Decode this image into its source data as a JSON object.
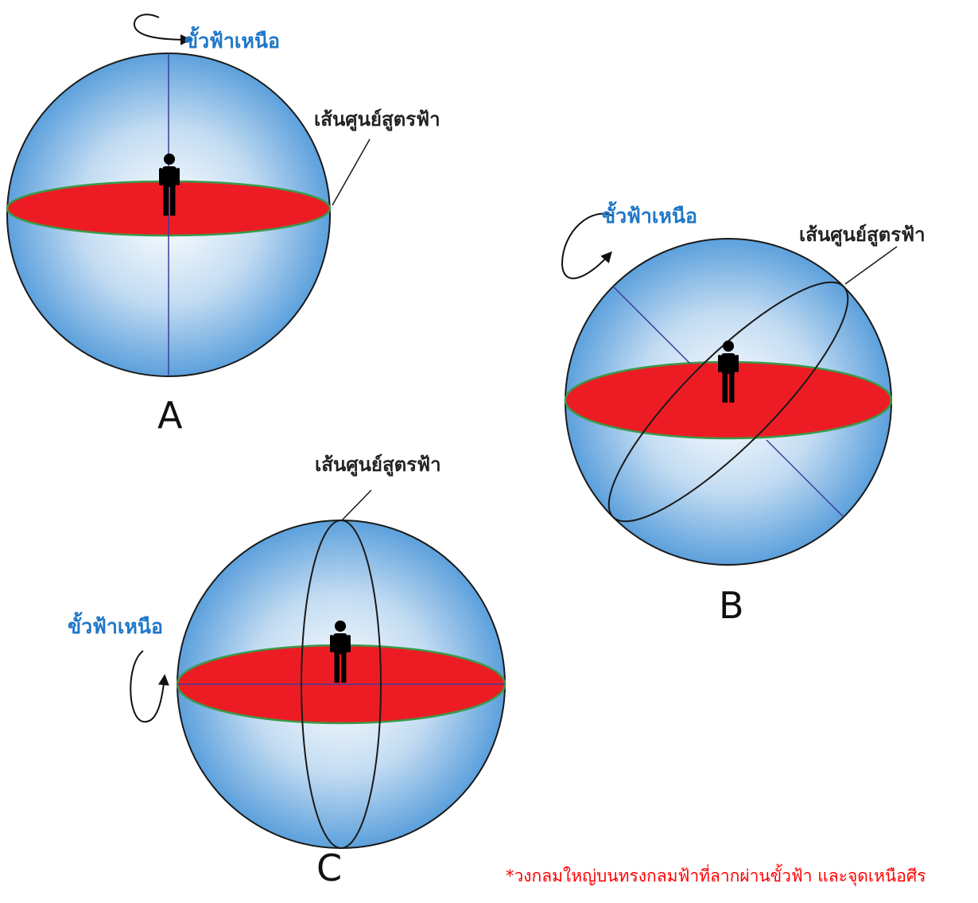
{
  "colors": {
    "pole_label": "#1f77c8",
    "horizon_fill": "#ed1c24",
    "horizon_rim": "#3a9a4a",
    "axis": "#3d3d99",
    "sphere_center": "#ffffff",
    "sphere_edge": "#5ca0dc",
    "footnote": "#ff0000"
  },
  "icons": [
    "person-icon",
    "rotation-arrow-icon"
  ],
  "panel_a": {
    "letter": "A",
    "north_pole_label": "ขั้วฟ้าเหนือ",
    "equator_label": "เส้นศูนย์สูตรฟ้า"
  },
  "panel_b": {
    "letter": "B",
    "north_pole_label": "ขั้วฟ้าเหนือ",
    "equator_label": "เส้นศูนย์สูตรฟ้า"
  },
  "panel_c": {
    "letter": "C",
    "north_pole_label": "ขั้วฟ้าเหนือ",
    "equator_label": "เส้นศูนย์สูตรฟ้า"
  },
  "footnote": "*วงกลมใหญ่บนทรงกลมฟ้าที่ลากผ่านขั้วฟ้า และจุดเหนือศีร"
}
